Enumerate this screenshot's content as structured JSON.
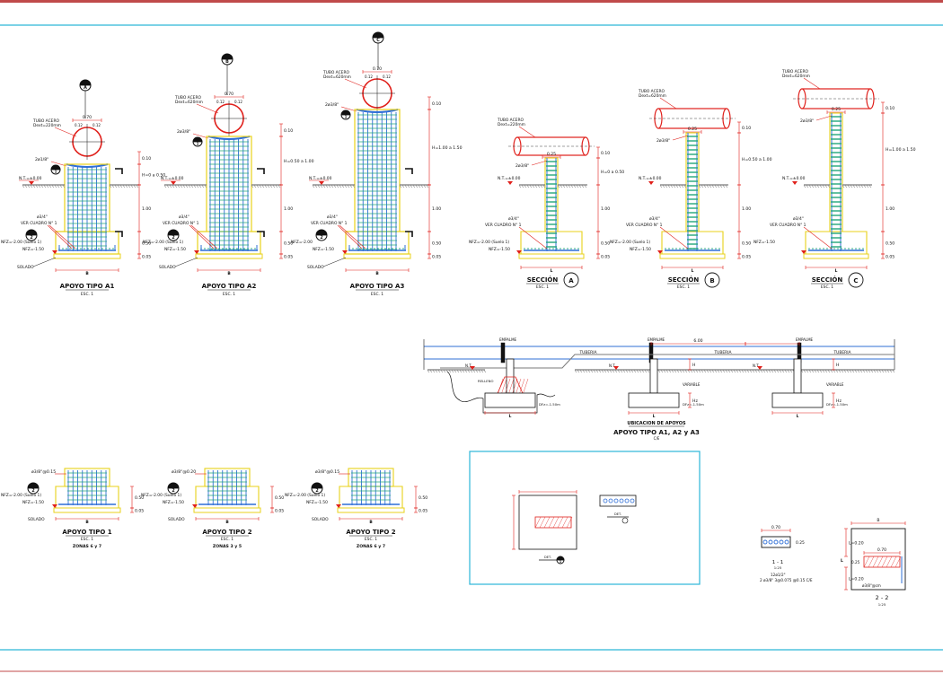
{
  "colors": {
    "rebar": "#2f6fd6",
    "stirrup": "#21a67a",
    "red": "#e0201b",
    "yellow": "#e8d21a",
    "frame": "#2cb6d8",
    "sheetBorder": "#c04a4a",
    "ground": "#7a7a7a",
    "dark": "#111111"
  },
  "apoyos": [
    {
      "title": "APOYO TIPO A1",
      "scale": "ESC. 1",
      "mark": "A",
      "pipe_label": "TUBO ACERO",
      "pipe_dia": "Dext=220mm",
      "bar_top": "2ø1/8\"",
      "dims_top": [
        "0.70",
        "0.12",
        "0.12"
      ],
      "nt": "N.T.=±0.00",
      "h_range": "H=0 a 0.50",
      "h_top": "0.10",
      "h_mid": "1.00",
      "h_low": "0.50",
      "h_sol": "0.05",
      "bar_side": "ø3/4\"",
      "ver_cuadro": "VER CUADRO N° 1",
      "nfz_a": "NFZ=-2.00 (Suelo 1)",
      "nfz_b": "NFZ=-1.50",
      "solado": "SOLADO",
      "b": "B"
    },
    {
      "title": "APOYO TIPO A2",
      "scale": "ESC. 1",
      "mark": "B",
      "pipe_label": "TUBO ACERO",
      "pipe_dia": "Dext=620mm",
      "bar_top": "2ø3/8\"",
      "dims_top": [
        "0.70",
        "0.12",
        "0.12"
      ],
      "nt": "N.T.=±0.00",
      "h_range": "H=0.50 a 1.00",
      "h_top": "0.10",
      "h_mid": "1.00",
      "h_low": "0.50",
      "h_sol": "0.05",
      "bar_side": "ø3/4\"",
      "ver_cuadro": "VER CUADRO N° 1",
      "nfz_a": "NFZ=-2.00 (Suelo 1)",
      "nfz_b": "NFZ=-1.50",
      "solado": "SOLADO",
      "b": "B"
    },
    {
      "title": "APOYO TIPO A3",
      "scale": "ESC. 1",
      "mark": "C",
      "pipe_label": "TUBO ACERO",
      "pipe_dia": "Dext=620mm",
      "bar_top": "2ø3/8\"",
      "dims_top": [
        "0.70",
        "0.12",
        "0.12"
      ],
      "nt": "N.T.=±0.00",
      "h_range": "H=1.00 a 1.50",
      "h_top": "0.10",
      "h_mid": "1.00",
      "h_low": "0.50",
      "h_sol": "0.05",
      "bar_side": "ø3/4\"",
      "ver_cuadro": "VER CUADRO N° 1",
      "nfz_a": "NFZ=-2.00",
      "nfz_b": "NFZ=-1.50",
      "solado": "SOLADO",
      "b": "B"
    }
  ],
  "secciones": [
    {
      "title": "SECCIÓN",
      "mark": "A",
      "scale": "ESC. 1",
      "pipe_label": "TUBO ACERO",
      "pipe_dia": "Dext=220mm",
      "bar_top": "2ø3/8\"",
      "w": "0.25",
      "nt": "N.T.=±0.00",
      "h_range": "H=0 a 0.50",
      "h_top": "0.10",
      "h_mid": "1.00",
      "h_low": "0.50",
      "h_sol": "0.05",
      "bar_side": "ø3/4\"",
      "ver_cuadro": "VER CUADRO N° 1",
      "nfz_a": "NFZ=-2.00 (Suelo 1)",
      "nfz_b": "NFZ=-1.50",
      "l": "L"
    },
    {
      "title": "SECCIÓN",
      "mark": "B",
      "scale": "ESC. 1",
      "pipe_label": "TUBO ACERO",
      "pipe_dia": "Dext=620mm",
      "bar_top": "2ø3/8\"",
      "w": "0.25",
      "nt": "N.T.=±0.00",
      "h_range": "H=0.50 a 1.00",
      "h_top": "0.10",
      "h_mid": "1.00",
      "h_low": "0.50",
      "h_sol": "0.05",
      "bar_side": "ø3/4\"",
      "ver_cuadro": "VER CUADRO N° 1",
      "nfz_a": "NFZ=-2.00 (Suelo 1)",
      "nfz_b": "NFZ=-1.50",
      "l": "L"
    },
    {
      "title": "SECCIÓN",
      "mark": "C",
      "scale": "ESC. 1",
      "pipe_label": "TUBO ACERO",
      "pipe_dia": "Dext=620mm",
      "bar_top": "2ø3/8\"",
      "w": "0.25",
      "nt": "N.T.=±0.00",
      "h_range": "H=1.00 a 1.50",
      "h_top": "0.10",
      "h_mid": "1.00",
      "h_low": "0.50",
      "h_sol": "0.05",
      "bar_side": "ø3/4\"",
      "ver_cuadro": "VER CUADRO N° 1",
      "nfz_a": "NFZ=-1.50",
      "nfz_b": "",
      "l": "L"
    }
  ],
  "bottom_apoyos": [
    {
      "title": "APOYO TIPO 1",
      "scale": "ESC. 1",
      "zonas": "ZONAS 6 y 7",
      "bar_top": "ø3/8\"@0.15",
      "nfz_a": "NFZ=-2.00 (Suelo 1)",
      "nfz_b": "NFZ=-1.50",
      "solado": "SOLADO",
      "b": "B",
      "h_low": "0.50",
      "h_sol": "0.05"
    },
    {
      "title": "APOYO TIPO 2",
      "scale": "ESC. 1",
      "zonas": "ZONAS 3 y 5",
      "bar_top": "ø3/8\"@0.20",
      "nfz_a": "NFZ=-2.00 (Suelo 1)",
      "nfz_b": "NFZ=-1.50",
      "solado": "SOLADO",
      "b": "B",
      "h_low": "0.50",
      "h_sol": "0.05"
    },
    {
      "title": "APOYO TIPO 2",
      "scale": "ESC. 1",
      "zonas": "ZONAS 6 y 7",
      "bar_top": "ø3/8\"@0.15",
      "nfz_a": "NFZ=-2.00 (Suelo 1)",
      "nfz_b": "NFZ=-1.50",
      "solado": "SOLADO",
      "b": "B",
      "h_low": "0.50",
      "h_sol": "0.05"
    }
  ],
  "ubicacion": {
    "title1": "UBICACION DE APOYOS",
    "title2": "APOYO TIPO A1, A2 y A3",
    "scale": "C/E",
    "tuberia": "TUBERIA",
    "empalme": "EMPALME",
    "span": "6.00",
    "nt": "N.T.",
    "h": "H",
    "variable": "VARIABLE",
    "hz": "Hz",
    "l": "L",
    "dfz": "DFz=-1.50m",
    "relleno": "RELLENO"
  },
  "detalle_tapa": {
    "scale": "1:25",
    "s1": "1 - 1",
    "s2": "2 - 2",
    "s2_scale": "1:25",
    "w1": "0.70",
    "w2": "0.70",
    "h1": "0.25",
    "h2": "0.25",
    "b": "B",
    "l": "L",
    "dim_a": "L=0.20",
    "dim_b": "L=0.20",
    "rebar_a": "12ø1/2\"",
    "rebar_b": "2 ø3/8\" 3@0.075 @0.15 C/E",
    "rebar_c": "ø3/8\"@cm"
  },
  "cuadro_box": {
    "label_a": "DET.",
    "label_b": "DET.",
    "mark": "1"
  }
}
